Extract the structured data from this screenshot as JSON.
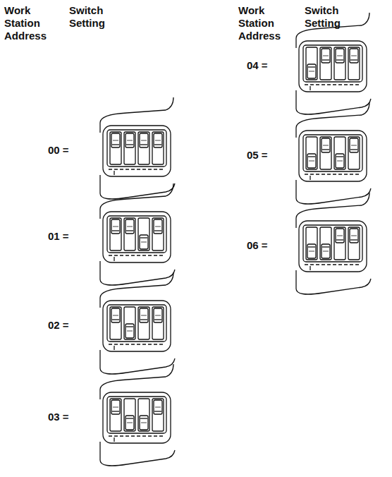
{
  "diagram": {
    "labels": [
      "Work Station Address",
      "Switch Setting",
      "Work Station Address",
      "Switch Setting",
      "00 =",
      "01 =",
      "02 =",
      "03 =",
      "04 =",
      "05 =",
      "06 ="
    ]
  }
}
